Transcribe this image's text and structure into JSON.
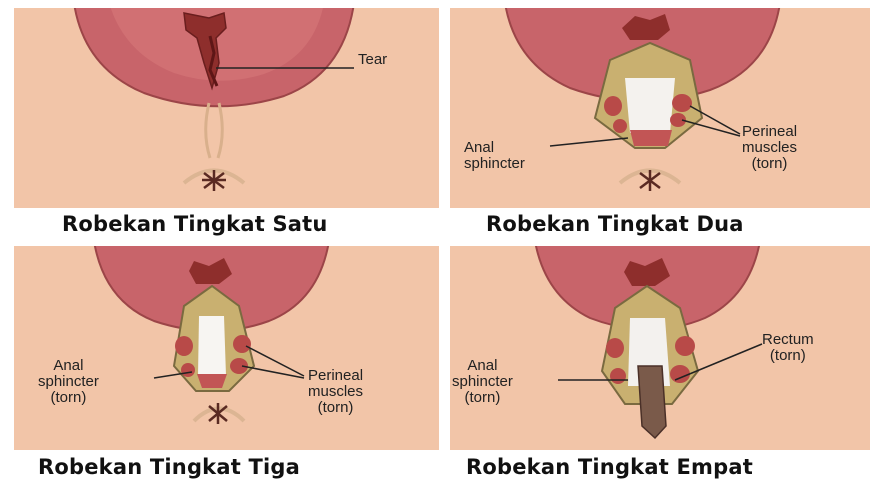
{
  "panels": [
    {
      "caption": "Robekan Tingkat Satu",
      "labels": {
        "tear": "Tear"
      }
    },
    {
      "caption": "Robekan Tingkat Dua",
      "labels": {
        "anal_sphincter": [
          "Anal",
          "sphincter"
        ],
        "perineal_muscles": [
          "Perineal",
          "muscles",
          "(torn)"
        ]
      }
    },
    {
      "caption": "Robekan Tingkat Tiga",
      "labels": {
        "anal_sphincter": [
          "Anal",
          "sphincter",
          "(torn)"
        ],
        "perineal_muscles": [
          "Perineal",
          "muscles",
          "(torn)"
        ]
      }
    },
    {
      "caption": "Robekan Tingkat Empat",
      "labels": {
        "anal_sphincter": [
          "Anal",
          "sphincter",
          "(torn)"
        ],
        "rectum": [
          "Rectum",
          "(torn)"
        ]
      }
    }
  ],
  "colors": {
    "skin": "#f2c5a8",
    "labia": "#c8646a",
    "tissue": "#9a3b3a",
    "muscle": "#b84a48",
    "fat": "#c9b070"
  }
}
